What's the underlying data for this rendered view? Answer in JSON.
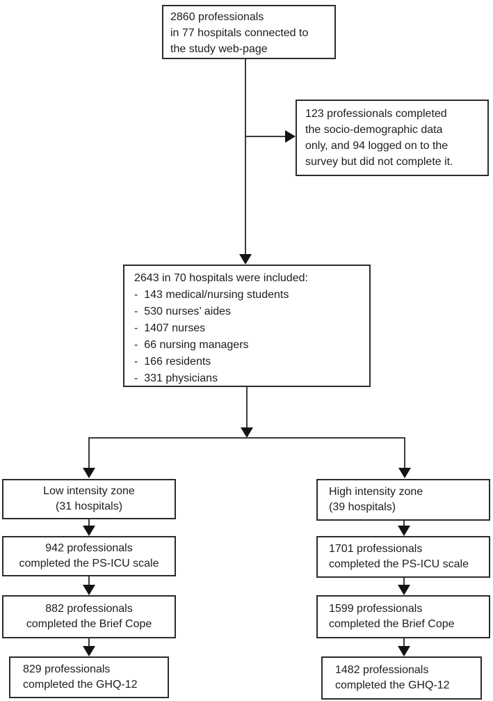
{
  "figure": {
    "type": "study-flow-diagram",
    "background_color": "#ffffff",
    "box_border_color": "#2b2b2b",
    "connector_color": "#3a3a3a",
    "text_color": "#1c1c1c"
  },
  "boxes": {
    "connected": {
      "line1": "2860 professionals",
      "line2": "in 77 hospitals connected to",
      "line3": "the study web-page"
    },
    "excluded": {
      "line1": "123 professionals completed",
      "line2": "the socio-demographic data",
      "line3": "only, and 94 logged on to the",
      "line4": "survey but did not complete it."
    },
    "included": {
      "title": "2643 in 70 hospitals were included:",
      "items": [
        "-  143 medical/nursing students",
        "-  530 nurses’ aides",
        "-  1407 nurses",
        "-  66 nursing managers",
        "-  166 residents",
        "-  331 physicians"
      ]
    },
    "low_zone": {
      "line1": "Low intensity zone",
      "line2": "(31 hospitals)"
    },
    "high_zone": {
      "line1": "High intensity zone",
      "line2": "(39 hospitals)"
    },
    "low_psicu": {
      "line1": "942 professionals",
      "line2": "completed the PS-ICU scale"
    },
    "high_psicu": {
      "line1": "1701 professionals",
      "line2": "completed the PS-ICU scale"
    },
    "low_cope": {
      "line1": "882 professionals",
      "line2": "completed the Brief Cope"
    },
    "high_cope": {
      "line1": "1599 professionals",
      "line2": "completed the Brief Cope"
    },
    "low_ghq": {
      "line1": "829 professionals",
      "line2": "completed the GHQ-12"
    },
    "high_ghq": {
      "line1": "1482 professionals",
      "line2": "completed the GHQ-12"
    }
  }
}
